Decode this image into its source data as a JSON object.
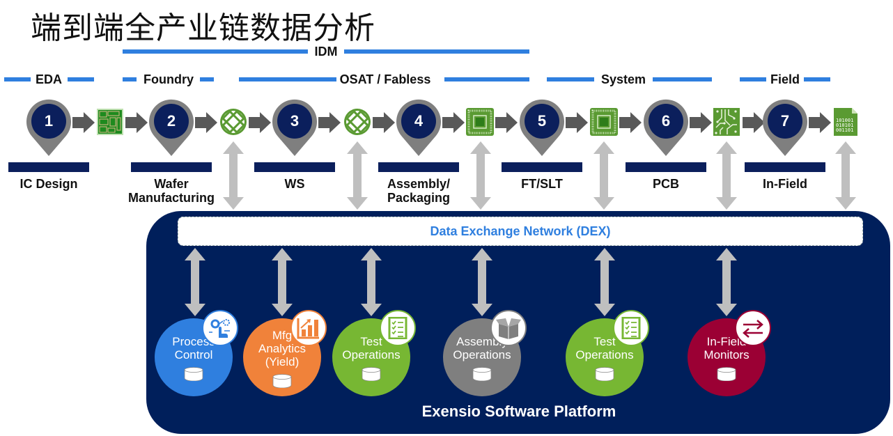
{
  "title": "端到端全产业链数据分析",
  "segments": {
    "idm": "IDM",
    "eda": "EDA",
    "foundry": "Foundry",
    "osat": "OSAT / Fabless",
    "system": "System",
    "field": "Field"
  },
  "steps": [
    {
      "num": "1",
      "label": "IC Design"
    },
    {
      "num": "2",
      "label": "Wafer Manufacturing"
    },
    {
      "num": "3",
      "label": "WS"
    },
    {
      "num": "4",
      "label": "Assembly/ Packaging"
    },
    {
      "num": "5",
      "label": "FT/SLT"
    },
    {
      "num": "6",
      "label": "PCB"
    },
    {
      "num": "7",
      "label": "In-Field"
    }
  ],
  "flow_icons": [
    "chip-layout-icon",
    "wafer-icon",
    "wafer-icon",
    "chip-package-icon",
    "chip-package-icon",
    "circuit-board-icon",
    "binary-data-file-icon"
  ],
  "binary_text": [
    "101001",
    "010101",
    "001101"
  ],
  "dex": "Data Exchange Network (DEX)",
  "modules": [
    {
      "line1": "Process",
      "line2": "Control",
      "line3": "",
      "color": "#2f7fdf",
      "icon": "process-control-icon"
    },
    {
      "line1": "Mfg",
      "line2": "Analytics",
      "line3": "(Yield)",
      "color": "#f0823a",
      "icon": "bar-chart-trend-icon"
    },
    {
      "line1": "Test",
      "line2": "Operations",
      "line3": "",
      "color": "#77b733",
      "icon": "checklist-icon"
    },
    {
      "line1": "Assembly",
      "line2": "Operations",
      "line3": "",
      "color": "#7f7f7f",
      "icon": "open-box-icon"
    },
    {
      "line1": "Test",
      "line2": "Operations",
      "line3": "",
      "color": "#77b733",
      "icon": "checklist-icon"
    },
    {
      "line1": "In-Field",
      "line2": "Monitors",
      "line3": "",
      "color": "#9b0034",
      "icon": "exchange-arrows-icon"
    }
  ],
  "platform": "Exensio Software Platform"
}
